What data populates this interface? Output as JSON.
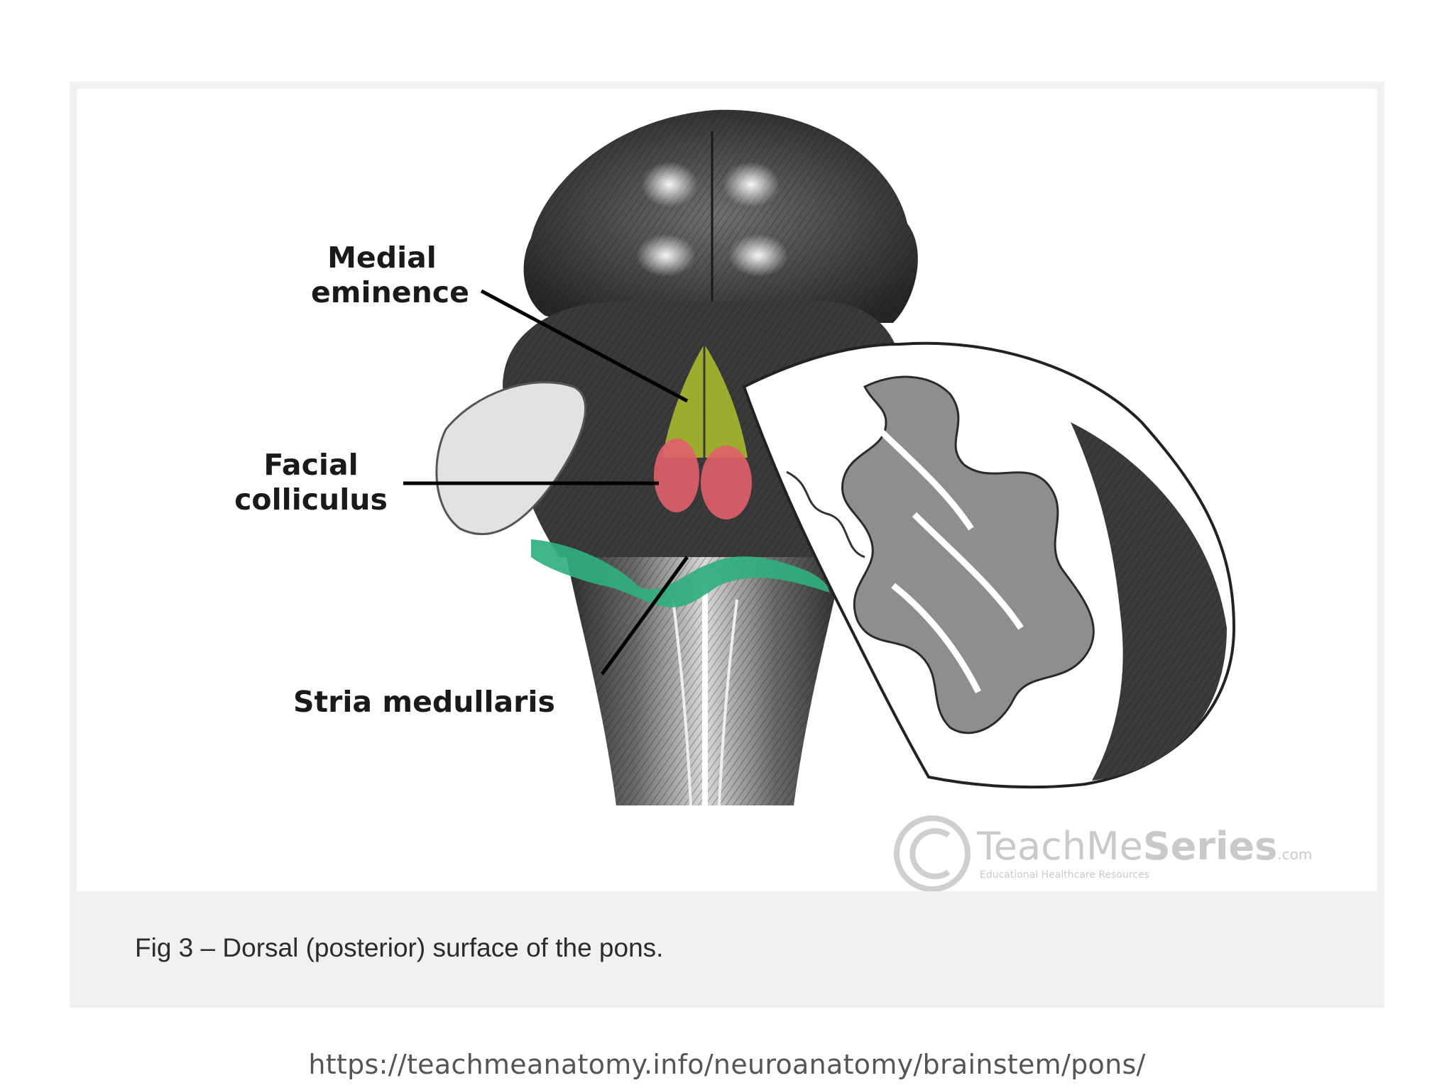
{
  "figure": {
    "labels": {
      "medial_eminence_line1": "Medial",
      "medial_eminence_line2": "eminence",
      "facial_colliculus_line1": "Facial",
      "facial_colliculus_line2": "colliculus",
      "stria_medullaris": "Stria medullaris"
    },
    "watermark": {
      "brand_light": "TeachMe",
      "brand_bold": "Series",
      "brand_suffix": ".com",
      "tagline": "Educational Healthcare Resources"
    },
    "highlight_colors": {
      "medial_eminence": "#a9b92e",
      "facial_colliculus": "#e0606a",
      "stria_medullaris": "#2faf7e"
    }
  },
  "caption": "Fig 3 – Dorsal (posterior) surface of the pons.",
  "source_url": "https://teachmeanatomy.info/neuroanatomy/brainstem/pons/"
}
